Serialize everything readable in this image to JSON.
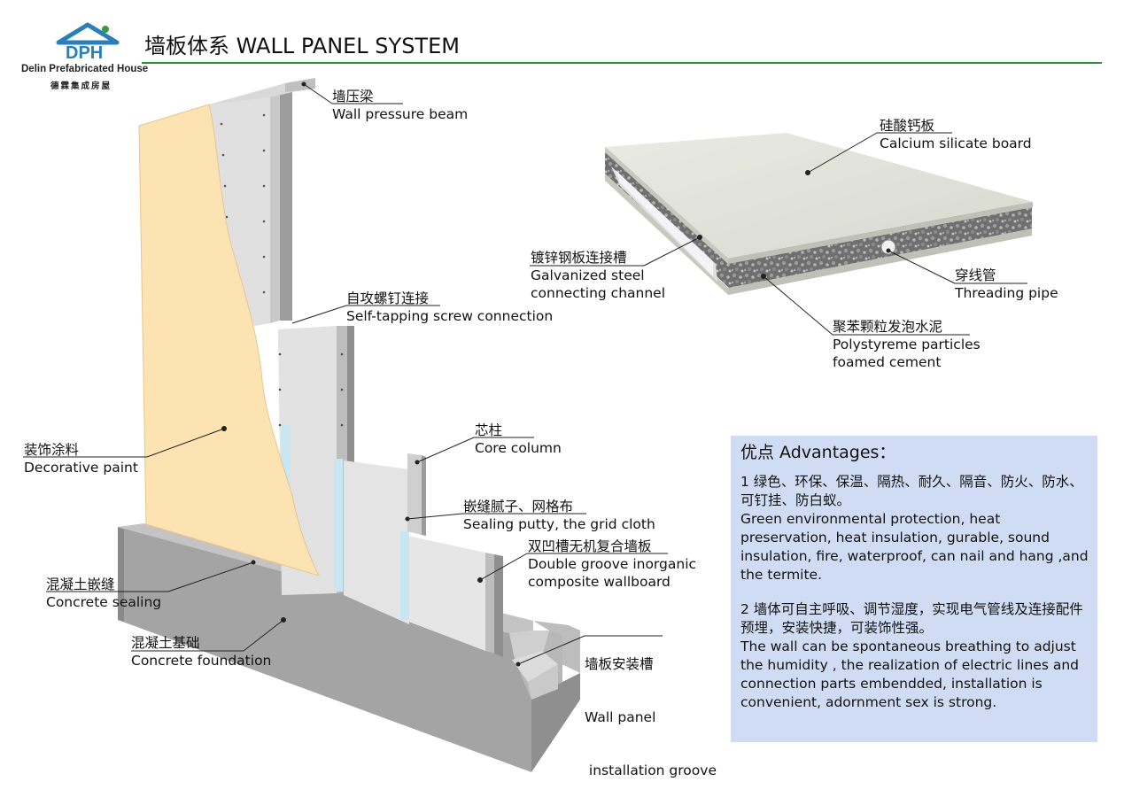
{
  "header": {
    "logo_text": "DPH",
    "brand_en": "Delin Prefabricated House",
    "brand_cn": "德霖集成房屋",
    "title": "墙板体系 WALL PANEL SYSTEM"
  },
  "labels": {
    "wall_pressure_beam": {
      "cn": "墙压梁",
      "en": "Wall pressure beam"
    },
    "calcium_silicate": {
      "cn": "硅酸钙板",
      "en": "Calcium silicate board"
    },
    "galvanized": {
      "cn": "镀锌钢板连接槽",
      "en1": "Galvanized steel",
      "en2": "connecting channel"
    },
    "threading_pipe": {
      "cn": "穿线管",
      "en": "Threading pipe"
    },
    "polystyrene": {
      "cn": "聚苯颗粒发泡水泥",
      "en1": "Polystyreme particles",
      "en2": "foamed cement"
    },
    "self_tapping": {
      "cn": "自攻螺钉连接",
      "en": "Self-tapping screw connection"
    },
    "core_column": {
      "cn": "芯柱",
      "en": "Core column"
    },
    "decorative_paint": {
      "cn": "装饰涂料",
      "en": "Decorative paint"
    },
    "sealing_putty": {
      "cn": "嵌缝腻子、网格布",
      "en": "Sealing putty, the grid cloth"
    },
    "double_groove": {
      "cn": "双凹槽无机复合墙板",
      "en1": "Double groove inorganic",
      "en2": "composite wallboard"
    },
    "concrete_sealing": {
      "cn": "混凝土嵌缝",
      "en": "Concrete sealing"
    },
    "concrete_foundation": {
      "cn": "混凝土基础",
      "en": "Concrete foundation"
    },
    "installation_groove": {
      "cn": "墙板安装槽",
      "en1": "Wall panel",
      "en2": " installation groove"
    }
  },
  "advantages": {
    "title": "优点 Advantages：",
    "item1_cn": "1 绿色、环保、保温、隔热、耐久、隔音、防火、防水、可钉挂、防白蚁。",
    "item1_en": "Green environmental protection, heat preservation, heat insulation, gurable, sound insulation, fire, waterproof, can nail and hang ,and the termite.",
    "item2_cn": "2 墙体可自主呼吸、调节湿度，实现电气管线及连接配件预埋，安装快捷，可装饰性强。",
    "item2_en": "The wall can be spontaneous breathing to adjust the humidity , the realization of electric lines and connection parts embendded, installation is convenient, adornment sex is strong."
  },
  "colors": {
    "accent_rule": "#2e8b3a",
    "logo_blue": "#2a7fb8",
    "logo_green": "#3a9a3a",
    "paint": "#fde3b2",
    "panel": "#e4e4e4",
    "concrete": "#a9a9a9",
    "advantages_bg": "#cfdcf3",
    "sealing_strip": "#6b3a2a"
  }
}
